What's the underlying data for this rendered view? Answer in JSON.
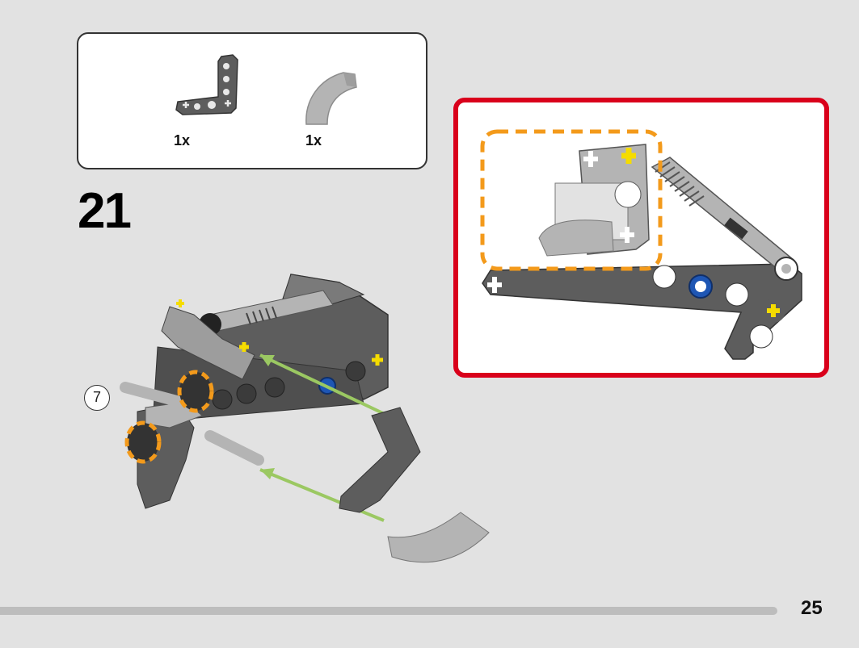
{
  "parts_list": {
    "items": [
      {
        "name": "l-shaped-beam",
        "quantity": "1x"
      },
      {
        "name": "curved-panel",
        "quantity": "1x"
      }
    ]
  },
  "step": {
    "number": "21",
    "sub_assembly_ref": "7"
  },
  "page": {
    "number": "25"
  },
  "colors": {
    "background": "#e2e2e2",
    "callout_border": "#d9001b",
    "highlight": "#f39a1b",
    "arrow": "#9bc862",
    "dark_grey_part": "#5d5d5d",
    "light_grey_part": "#b4b4b4",
    "yellow_axle": "#f5dc00",
    "blue_pin": "#1e56b4"
  }
}
